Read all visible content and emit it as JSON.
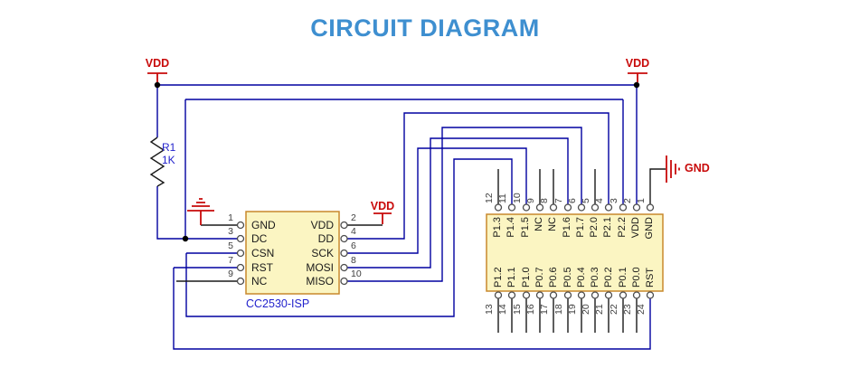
{
  "title": "CIRCUIT DIAGRAM",
  "power": {
    "vdd_left": "VDD",
    "vdd_right": "VDD",
    "vdd_isp": "VDD",
    "gnd_right": "GND"
  },
  "resistor": {
    "ref": "R1",
    "value": "1K"
  },
  "cc2530": {
    "name": "CC2530-ISP",
    "left_pins": [
      {
        "num": "1",
        "label": "GND"
      },
      {
        "num": "3",
        "label": "DC"
      },
      {
        "num": "5",
        "label": "CSN"
      },
      {
        "num": "7",
        "label": "RST"
      },
      {
        "num": "9",
        "label": "NC"
      }
    ],
    "right_pins": [
      {
        "num": "2",
        "label": "VDD"
      },
      {
        "num": "4",
        "label": "DD"
      },
      {
        "num": "6",
        "label": "SCK"
      },
      {
        "num": "8",
        "label": "MOSI"
      },
      {
        "num": "10",
        "label": "MISO"
      }
    ]
  },
  "mcu": {
    "top_pins": [
      {
        "num": "12",
        "label": "P1.3"
      },
      {
        "num": "11",
        "label": "P1.4"
      },
      {
        "num": "10",
        "label": "P1.5"
      },
      {
        "num": "9",
        "label": "NC"
      },
      {
        "num": "8",
        "label": "NC"
      },
      {
        "num": "7",
        "label": "P1.6"
      },
      {
        "num": "6",
        "label": "P1.7"
      },
      {
        "num": "5",
        "label": "P2.0"
      },
      {
        "num": "4",
        "label": "P2.1"
      },
      {
        "num": "3",
        "label": "P2.2"
      },
      {
        "num": "2",
        "label": "VDD"
      },
      {
        "num": "1",
        "label": "GND"
      }
    ],
    "bottom_pins": [
      {
        "num": "13",
        "label": "P1.2"
      },
      {
        "num": "14",
        "label": "P1.1"
      },
      {
        "num": "15",
        "label": "P1.0"
      },
      {
        "num": "16",
        "label": "P0.7"
      },
      {
        "num": "17",
        "label": "P0.6"
      },
      {
        "num": "18",
        "label": "P0.5"
      },
      {
        "num": "19",
        "label": "P0.4"
      },
      {
        "num": "20",
        "label": "P0.3"
      },
      {
        "num": "21",
        "label": "P0.2"
      },
      {
        "num": "22",
        "label": "P0.1"
      },
      {
        "num": "23",
        "label": "P0.0"
      },
      {
        "num": "24",
        "label": "RST"
      }
    ]
  },
  "colors": {
    "wire_blue": "#0000A0",
    "symbol_red": "#C80A0A",
    "title_blue": "#3E8FD0",
    "label_blue": "#2222CC",
    "component_fill": "#FBF5C2",
    "component_border": "#C8882C",
    "pin_stroke": "#4d4d4d"
  }
}
